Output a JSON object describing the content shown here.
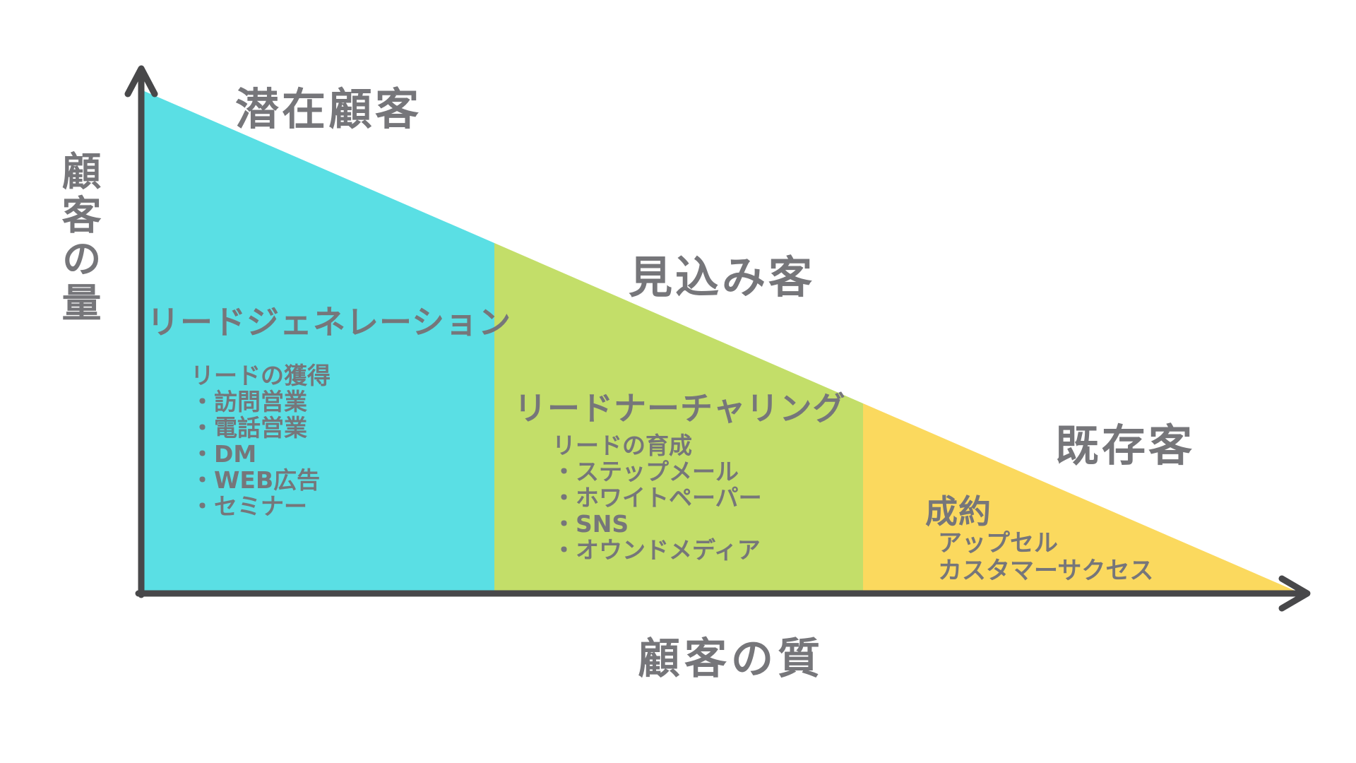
{
  "colors": {
    "background": "#FFFFFF",
    "axis": "#48484A",
    "text": "#76767A"
  },
  "axes": {
    "y_label": "顧客の量",
    "x_label": "顧客の質"
  },
  "funnel": {
    "stages": [
      {
        "title": "潜在顧客",
        "heading": "リードジェネレーション",
        "subheading": "リードの獲得",
        "items": [
          "・訪問営業",
          "・電話営業",
          "・DM",
          "・WEB広告",
          "・セミナー"
        ],
        "color": "#5ADFE4"
      },
      {
        "title": "見込み客",
        "heading": "リードナーチャリング",
        "subheading": "リードの育成",
        "items": [
          "・ステップメール",
          "・ホワイトペーパー",
          "・SNS",
          "・オウンドメディア"
        ],
        "color": "#C3DE69"
      },
      {
        "title": "既存客",
        "heading": "成約",
        "subheading": "",
        "items": [
          "アップセル",
          "カスタマーサクセス"
        ],
        "color": "#FBD95E"
      }
    ]
  }
}
